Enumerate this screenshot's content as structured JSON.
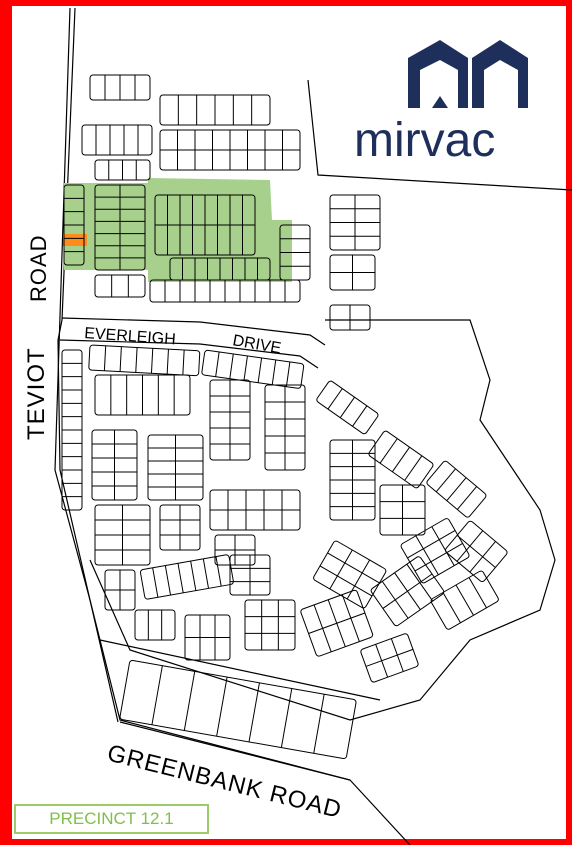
{
  "brand": {
    "name": "mirvac",
    "color": "#1f2f5c"
  },
  "frame_color": "#ff0000",
  "highlight": {
    "precinct_fill": "#a8d08d",
    "lot_fill": "#ff8c1a"
  },
  "streets": {
    "road_left": "ROAD",
    "teviot": "TEVIOT",
    "everleigh": "EVERLEIGH",
    "drive": "DRIVE",
    "greenbank_road": "GREENBANK ROAD"
  },
  "precinct_label": "PRECINCT 12.1"
}
